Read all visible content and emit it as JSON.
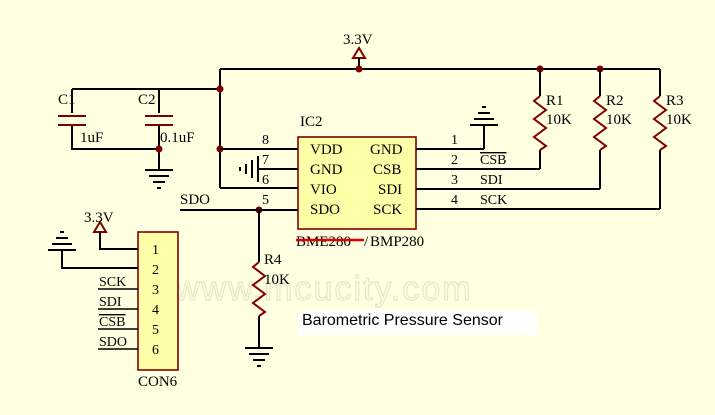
{
  "power_label": "3.3V",
  "connector_power_label": "3.3V",
  "capacitors": [
    {
      "ref": "C1",
      "value": "1uF"
    },
    {
      "ref": "C2",
      "value": "0.1uF"
    }
  ],
  "ic": {
    "ref": "IC2",
    "part_struck": "BME280",
    "part_sep": "/",
    "part": "BMP280",
    "left_pins": [
      {
        "num": "8",
        "name": "VDD"
      },
      {
        "num": "7",
        "name": "GND"
      },
      {
        "num": "6",
        "name": "VIO"
      },
      {
        "num": "5",
        "name": "SDO"
      }
    ],
    "right_pins": [
      {
        "num": "1",
        "name": "GND"
      },
      {
        "num": "2",
        "name": "CSB"
      },
      {
        "num": "3",
        "name": "SDI"
      },
      {
        "num": "4",
        "name": "SCK"
      }
    ]
  },
  "net_labels": {
    "csb": "CSB",
    "sdi": "SDI",
    "sck": "SCK",
    "sdo": "SDO"
  },
  "resistors": [
    {
      "ref": "R1",
      "value": "10K"
    },
    {
      "ref": "R2",
      "value": "10K"
    },
    {
      "ref": "R3",
      "value": "10K"
    },
    {
      "ref": "R4",
      "value": "10K"
    }
  ],
  "connector": {
    "ref": "CON6",
    "pins": [
      "1",
      "2",
      "3",
      "4",
      "5",
      "6"
    ],
    "signals": [
      "SCK",
      "SDI",
      "CSB",
      "SDO"
    ]
  },
  "watermark": "www.mcucity.com",
  "caption": "Barometric Pressure Sensor",
  "colors": {
    "background": "#ffffe1",
    "component": "#800000",
    "wire": "#000000",
    "strike": "#e00000"
  }
}
